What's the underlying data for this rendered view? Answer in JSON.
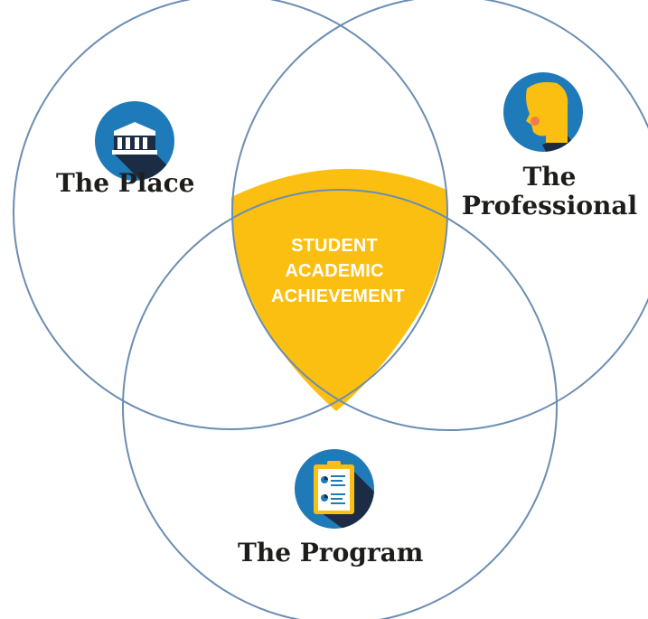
{
  "diagram": {
    "regions": [
      {
        "id": "place",
        "label": "The Place",
        "icon": "bank-building-icon"
      },
      {
        "id": "professional",
        "label_lines": [
          "The",
          "Professional"
        ],
        "icon": "person-head-icon"
      },
      {
        "id": "program",
        "label": "The Program",
        "icon": "clipboard-chart-icon"
      }
    ],
    "intersection": {
      "lines": [
        "STUDENT",
        "ACADEMIC",
        "ACHIEVEMENT"
      ]
    }
  },
  "colors": {
    "circle_stroke": "#6b8db3",
    "center_fill": "#fbbf11",
    "icon_circle": "#1e7ab8",
    "icon_shadow": "#1d2c45",
    "face": "#fbbf11",
    "cheek": "#f07b52"
  }
}
